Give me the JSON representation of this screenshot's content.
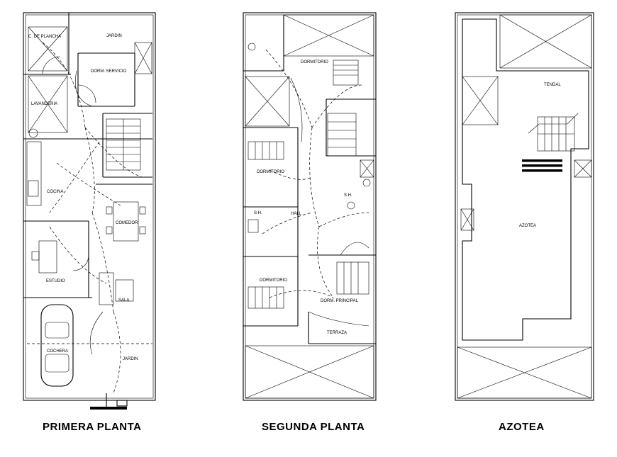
{
  "plans": [
    {
      "title": "PRIMERA PLANTA",
      "rooms": [
        "C. DE PLANCHA",
        "JARDIN",
        "DORM. SERVICIO",
        "LAVANDERIA",
        "COCINA",
        "COMEDOR",
        "ESTUDIO",
        "SALA",
        "COCHERA",
        "JARDIN"
      ]
    },
    {
      "title": "SEGUNDA PLANTA",
      "rooms": [
        "DORMITORIO",
        "DORMITORIO",
        "S.H.",
        "HALL",
        "S.H.",
        "DORMITORIO",
        "DORM. PRINCIPAL",
        "TERRAZA"
      ]
    },
    {
      "title": "AZOTEA",
      "rooms": [
        "TENDAL",
        "AZOTEA"
      ]
    }
  ]
}
